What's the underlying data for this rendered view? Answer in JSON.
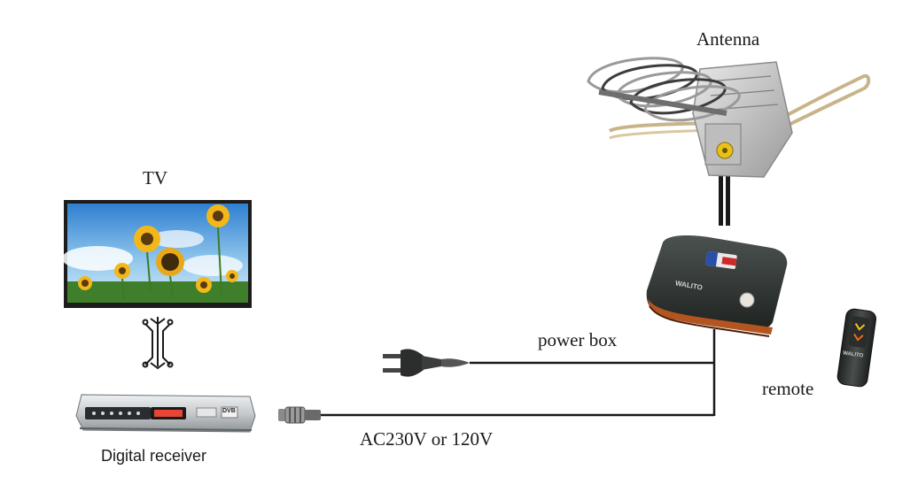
{
  "labels": {
    "antenna": "Antenna",
    "tv": "TV",
    "power_box": "power box",
    "remote": "remote",
    "voltage": "AC230V or 120V",
    "receiver": "Digital receiver"
  },
  "device_text": {
    "power_box_brand": "WALITO",
    "remote_brand": "WALITO",
    "receiver_logo": "DVB"
  },
  "colors": {
    "wire": "#1a1a1a",
    "power_box_shell": "#2d3230",
    "power_box_stripe": "#b2551f",
    "receiver_body": "#c9ccd0",
    "receiver_display": "#ff4a3a",
    "antenna_connector": "#e8c21a"
  },
  "icons": {
    "tv_connector": "split-cable-icon",
    "power_plug": "power-plug-icon",
    "coax_plug": "coax-connector-icon"
  }
}
